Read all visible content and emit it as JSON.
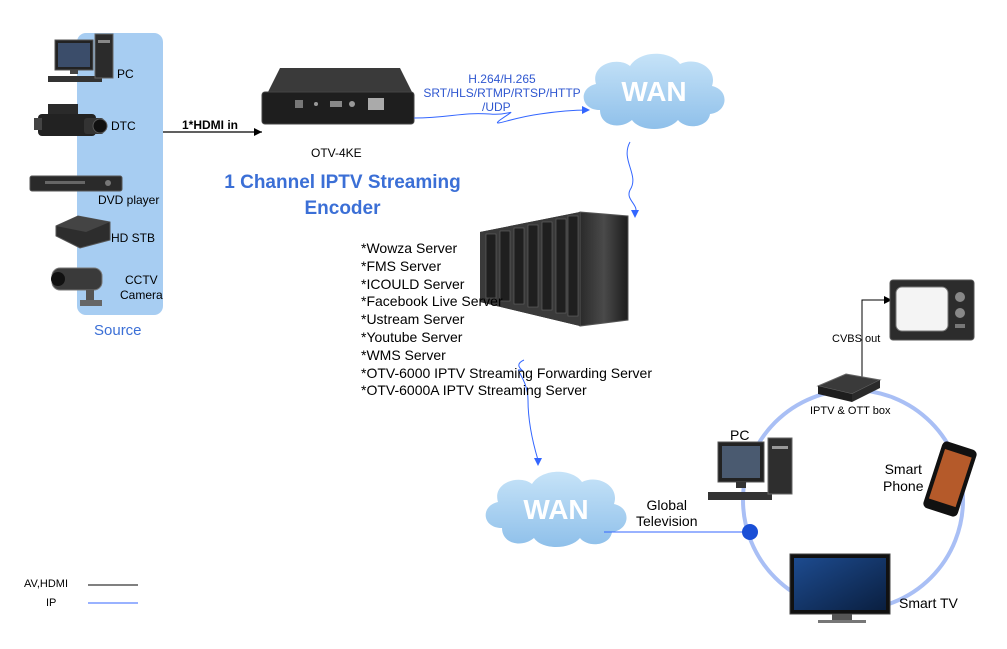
{
  "source": {
    "title": "Source",
    "items": [
      {
        "label": "PC",
        "icon": "desktop-pc-icon"
      },
      {
        "label": "DTC",
        "icon": "video-camera-icon"
      },
      {
        "label": "DVD player",
        "icon": "dvd-player-icon"
      },
      {
        "label": "HD STB",
        "icon": "set-top-box-icon"
      },
      {
        "label": "CCTV\nCamera",
        "icon": "cctv-camera-icon"
      }
    ]
  },
  "input_link": "1*HDMI in",
  "encoder": {
    "model": "OTV-4KE",
    "title_line1": "1 Channel IPTV Streaming",
    "title_line2": "Encoder"
  },
  "protocols": {
    "line1": "H.264/H.265",
    "line2": "SRT/HLS/RTMP/RTSP/HTTP",
    "line3": "/UDP"
  },
  "wan_top": "WAN",
  "wan_bottom": "WAN",
  "servers": [
    "*Wowza Server",
    "*FMS Server",
    "*ICOULD Server",
    "*Facebook Live Server",
    "*Ustream Server",
    "*Youtube Server",
    "*WMS Server",
    "*OTV-6000 IPTV Streaming Forwarding Server",
    "*OTV-6000A IPTV Streaming Server"
  ],
  "global_tv": {
    "line1": "Global",
    "line2": "Television"
  },
  "devices": {
    "pc": "PC",
    "smart_phone_line1": "Smart",
    "smart_phone_line2": "Phone",
    "smart_tv": "Smart TV",
    "iptv_box": "IPTV & OTT box",
    "cvbs": "CVBS out"
  },
  "legend": [
    {
      "label": "AV,HDMI",
      "color": "#000000"
    },
    {
      "label": "IP",
      "color": "#3366ff"
    }
  ],
  "colors": {
    "source_panel": "#a7cdf2",
    "source_title": "#3b6fd6",
    "title_blue": "#3b6fd6",
    "ip_line": "#3366ff",
    "ring": "#a9bff5",
    "cloud": "#a9d2f2",
    "hub_dot": "#1a4fd6"
  }
}
